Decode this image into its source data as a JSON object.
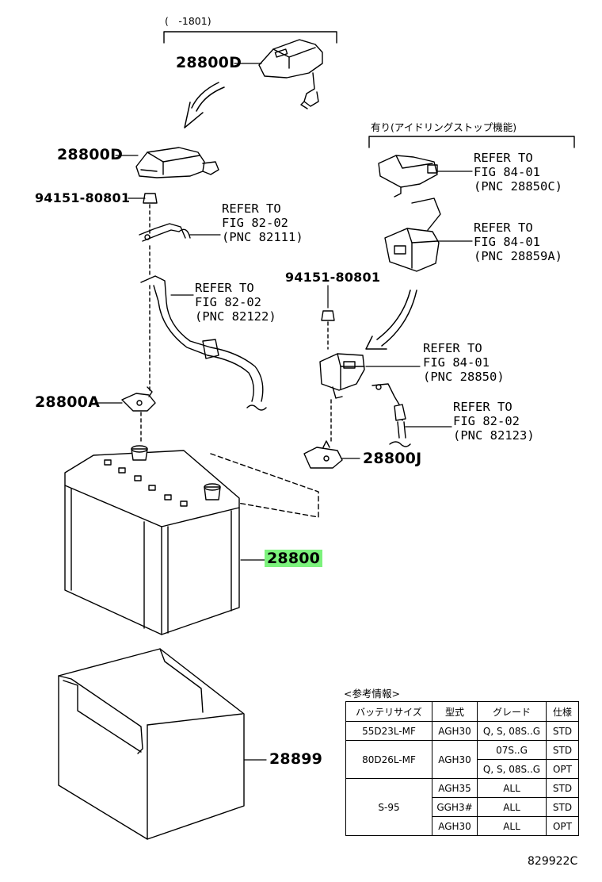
{
  "header": {
    "range": "(　-1801)",
    "idle_stop_note": "有り(アイドリングストップ機能)"
  },
  "parts": {
    "p28800D_top": "28800D",
    "p28800D_mid": "28800D",
    "p94151_left": "94151-80801",
    "p94151_right": "94151-80801",
    "p28800A": "28800A",
    "p28800J": "28800J",
    "p28800": "28800",
    "p28899": "28899"
  },
  "refs": {
    "r82111": [
      "REFER TO",
      "FIG 82-02",
      "(PNC 82111)"
    ],
    "r82122": [
      "REFER TO",
      "FIG 82-02",
      "(PNC 82122)"
    ],
    "r28850C": [
      "REFER TO",
      "FIG 84-01",
      "(PNC 28850C)"
    ],
    "r28859A": [
      "REFER TO",
      "FIG 84-01",
      "(PNC 28859A)"
    ],
    "r28850": [
      "REFER TO",
      "FIG 84-01",
      "(PNC 28850)"
    ],
    "r82123": [
      "REFER TO",
      "FIG 82-02",
      "(PNC 82123)"
    ]
  },
  "highlight_color": "#7cf27c",
  "spec_table": {
    "caption": "<参考情報>",
    "headers": [
      "バッテリサイズ",
      "型式",
      "グレード",
      "仕様"
    ],
    "rows": [
      {
        "size": "55D23L-MF",
        "model": "AGH30",
        "grade": "Q, S, 08S..G",
        "spec": "STD"
      },
      {
        "size": "80D26L-MF",
        "model": "AGH30",
        "grade": "07S..G",
        "spec": "STD"
      },
      {
        "grade": "Q, S, 08S..G",
        "spec": "OPT"
      },
      {
        "size": "S-95",
        "model": "AGH35",
        "grade": "ALL",
        "spec": "STD"
      },
      {
        "model": "GGH3#",
        "grade": "ALL",
        "spec": "STD"
      },
      {
        "model": "AGH30",
        "grade": "ALL",
        "spec": "OPT"
      }
    ]
  },
  "footer": {
    "figure_code": "829922C"
  }
}
